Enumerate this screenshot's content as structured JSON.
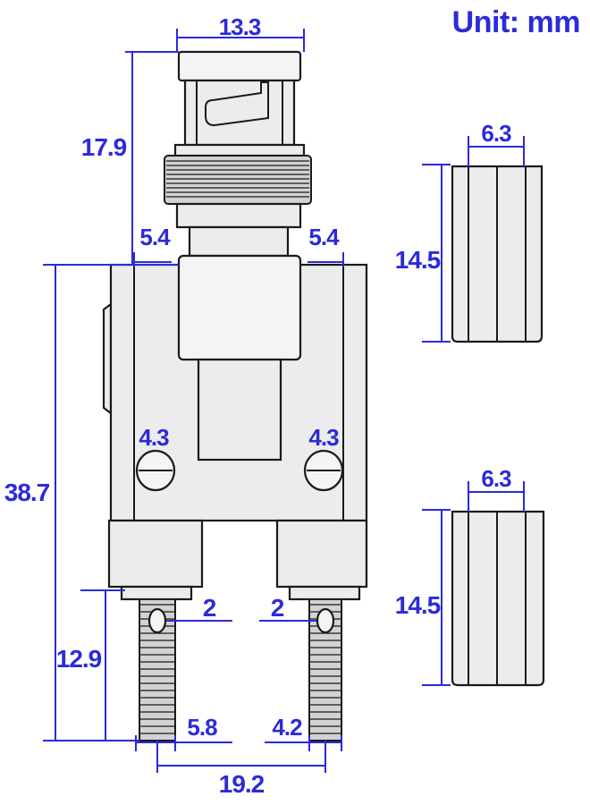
{
  "unit_label": "Unit: mm",
  "dimensions": {
    "top_width": "13.3",
    "top_height": "17.9",
    "shoulder_left": "5.4",
    "shoulder_right": "5.4",
    "hole_left": "4.3",
    "hole_right": "4.3",
    "total_height": "38.7",
    "post_hole_left": "2",
    "post_hole_right": "2",
    "post_length": "12.9",
    "post_dia_left": "5.8",
    "post_dia_right": "4.2",
    "post_spacing": "19.2",
    "cap1_width": "6.3",
    "cap1_height": "14.5",
    "cap2_width": "6.3",
    "cap2_height": "14.5"
  },
  "colors": {
    "dimension": "#2b2bd9",
    "outline": "#1a1a1a",
    "body_fill": "#ececec"
  }
}
